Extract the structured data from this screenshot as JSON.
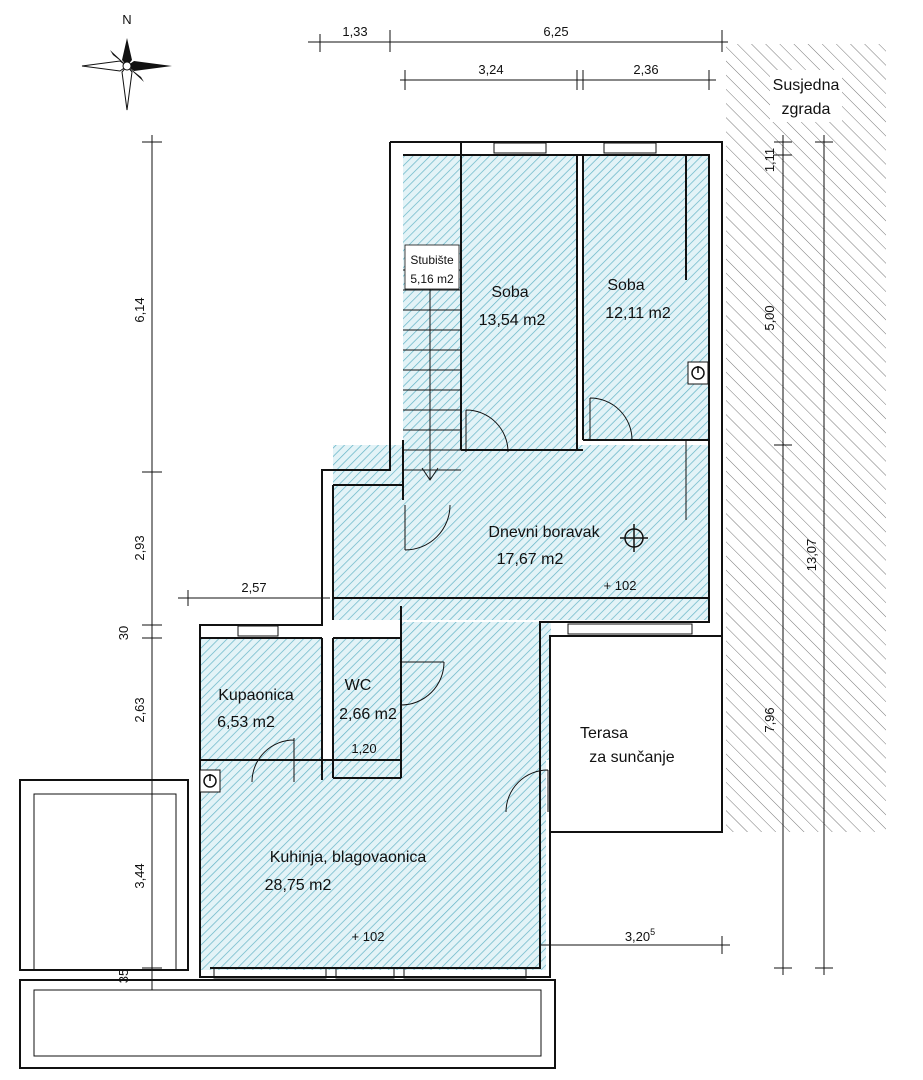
{
  "compass": {
    "north_label": "N"
  },
  "neighbor": {
    "line1": "Susjedna",
    "line2": "zgrada"
  },
  "rooms": {
    "stairs": {
      "label": "Stubište",
      "area": "5,16 m2"
    },
    "room1": {
      "label": "Soba",
      "area": "13,54 m2"
    },
    "room2": {
      "label": "Soba",
      "area": "12,11 m2"
    },
    "living": {
      "label": "Dnevni boravak",
      "area": "17,67 m2",
      "level": "+ 102"
    },
    "bath": {
      "label": "Kupaonica",
      "area": "6,53 m2"
    },
    "wc": {
      "label": "WC",
      "area": "2,66 m2",
      "width": "1,20"
    },
    "terrace": {
      "label": "Terasa",
      "label2": "za sunčanje"
    },
    "kitchen": {
      "label": "Kuhinja, blagovaonica",
      "area": "28,75 m2",
      "level": "+ 102"
    }
  },
  "dimensions": {
    "top": [
      "1,33",
      "6,25"
    ],
    "top_inner": [
      "3,24",
      "2,36"
    ],
    "left": [
      "6,14",
      "2,93",
      "30",
      "2,63",
      "3,44",
      "35"
    ],
    "right_inner": [
      "1,11",
      "5,00",
      "7,96"
    ],
    "right_total": "13,07",
    "mid_left": "2,57",
    "bottom_right": "3,20",
    "bottom_right_sup": "5"
  },
  "colors": {
    "hatch": "#63b4c6",
    "room_fill": "#e3f3f7",
    "wall": "#111111"
  }
}
